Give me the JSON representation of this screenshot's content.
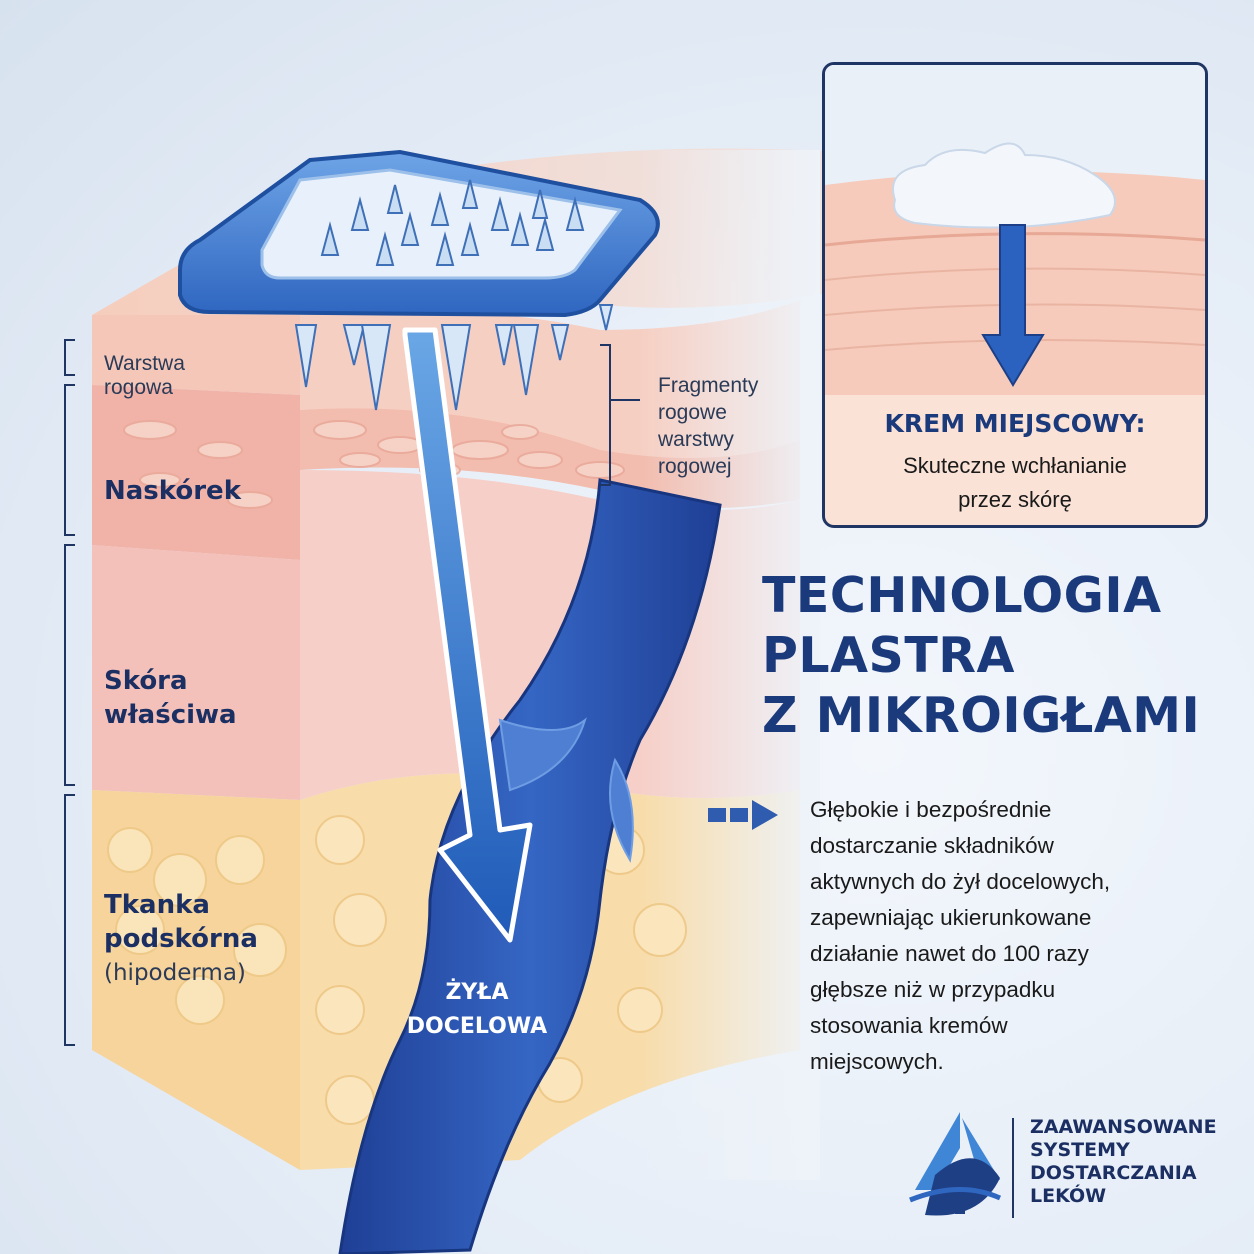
{
  "title": "TECHNOLOGIA\nPLASTRA\nZ MIKROIGŁAMI",
  "layers": {
    "stratum_corneum": "Warstwa\nrogowa",
    "epidermis": "Naskórek",
    "dermis": "Skóra\nwłaściwa",
    "hypodermis": "Tkanka\npodskórna",
    "hypodermis_sub": "(hipoderma)"
  },
  "fragments_label": "Fragmenty\nrogowe\nwarstwy\nrogowej",
  "vein_label": "ŻYŁA\nDOCELOWA",
  "inset": {
    "title": "KREM MIEJSCOWY:",
    "subtitle": "Skuteczne wchłanianie\nprzez skórę"
  },
  "description": "Głębokie i bezpośrednie\ndostarczanie składników\naktywnych do żył docelowych,\nzapewniając ukierunkowane\ndziałanie nawet do 100 razy\ngłębsze niż w przypadku\nstosowania kremów\nmiejscowych.",
  "brand": "ZAAWANSOWANE\nSYSTEMY\nDOSTARCZANIA\nLEKÓW",
  "colors": {
    "brand_navy": "#1b3a7c",
    "patch_blue": "#3f7bd0",
    "vein_blue": "#2a56b0",
    "stratum": "#f6cdbf",
    "epidermis": "#f2b7ad",
    "dermis": "#f4c6bf",
    "hypodermis": "#f7d9a3"
  },
  "icons": [
    "right-arrow-icon",
    "down-arrow-icon",
    "brand-logo-icon"
  ]
}
